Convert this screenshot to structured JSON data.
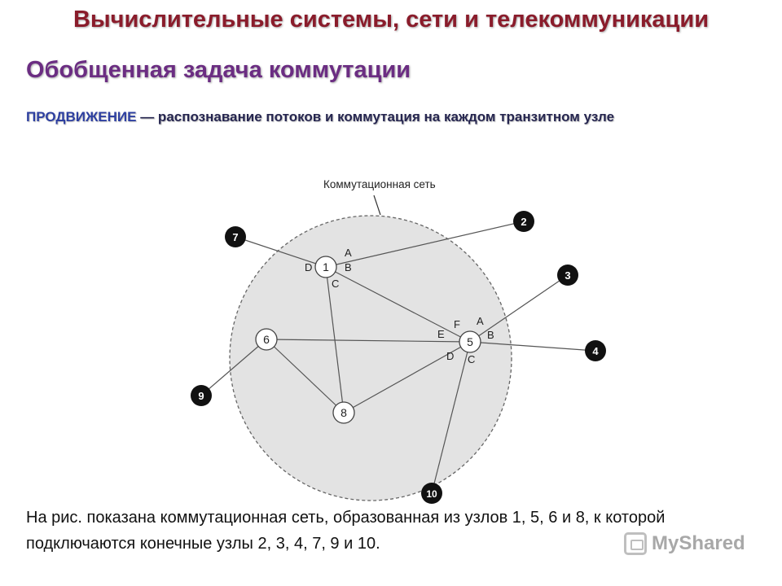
{
  "header": {
    "title": "Вычислительные системы, сети и телекоммуникации"
  },
  "slide": {
    "subtitle": "Обобщенная задача коммутации",
    "definition_term": "ПРОДВИЖЕНИЕ",
    "definition_text": " — распознавание потоков и коммутация на каждом транзитном узле",
    "caption": "На рис. показана коммутационная сеть, образованная из узлов 1, 5, 6 и 8, к которой подключаются конечные узлы 2, 3, 4, 7, 9 и 10."
  },
  "diagram": {
    "network_label": "Коммутационная сеть",
    "switch_nodes": [
      "1",
      "5",
      "6",
      "8"
    ],
    "end_nodes": [
      "2",
      "3",
      "4",
      "7",
      "9",
      "10"
    ],
    "links": [
      [
        "7",
        "1"
      ],
      [
        "1",
        "2"
      ],
      [
        "1",
        "5"
      ],
      [
        "1",
        "8"
      ],
      [
        "6",
        "5"
      ],
      [
        "6",
        "8"
      ],
      [
        "6",
        "9"
      ],
      [
        "8",
        "5"
      ],
      [
        "5",
        "3"
      ],
      [
        "5",
        "4"
      ],
      [
        "5",
        "10"
      ]
    ],
    "port_labels": {
      "node1": [
        "A",
        "B",
        "C",
        "D"
      ],
      "node5": [
        "A",
        "B",
        "C",
        "D",
        "E",
        "F"
      ]
    }
  },
  "watermark": {
    "text": "MyShared"
  }
}
